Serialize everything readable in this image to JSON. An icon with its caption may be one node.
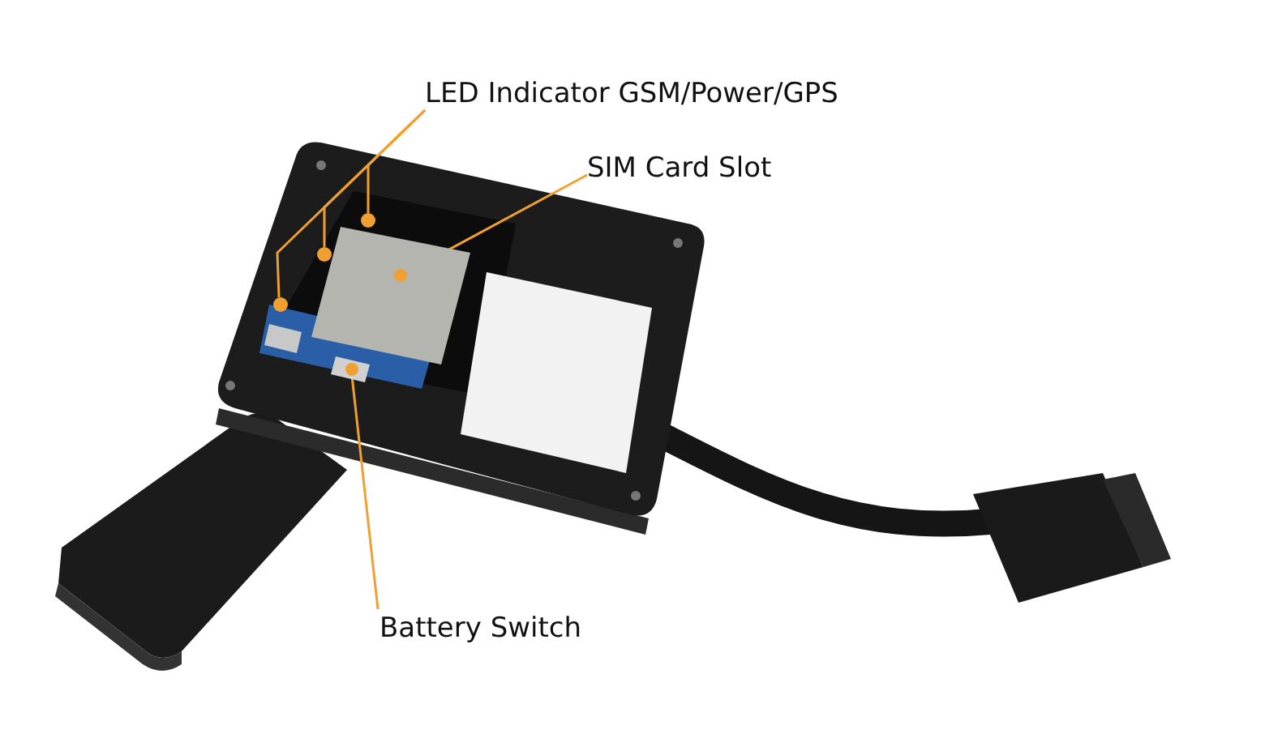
{
  "diagram": {
    "nodes": [
      {
        "text": [
          "LED Indicator GSM/Power/GPS"
        ]
      },
      {
        "text": [],
        "shape": "circle"
      },
      {
        "text": [],
        "shape": "circle"
      },
      {
        "text": [],
        "shape": "circle"
      },
      {
        "text": [
          "SIM Card Slot"
        ]
      },
      {
        "text": [],
        "shape": "box"
      },
      {
        "text": [
          "Battery Switch"
        ]
      },
      {
        "text": [],
        "shape": "box"
      }
    ],
    "edges": [
      {
        "from": 0,
        "to": 1,
        "arrow": "none"
      },
      {
        "from": 0,
        "to": 2,
        "arrow": "none"
      },
      {
        "from": 0,
        "to": 3,
        "arrow": "none"
      },
      {
        "from": 4,
        "to": 5,
        "arrow": "none"
      },
      {
        "from": 6,
        "to": 7,
        "arrow": "none"
      }
    ]
  }
}
